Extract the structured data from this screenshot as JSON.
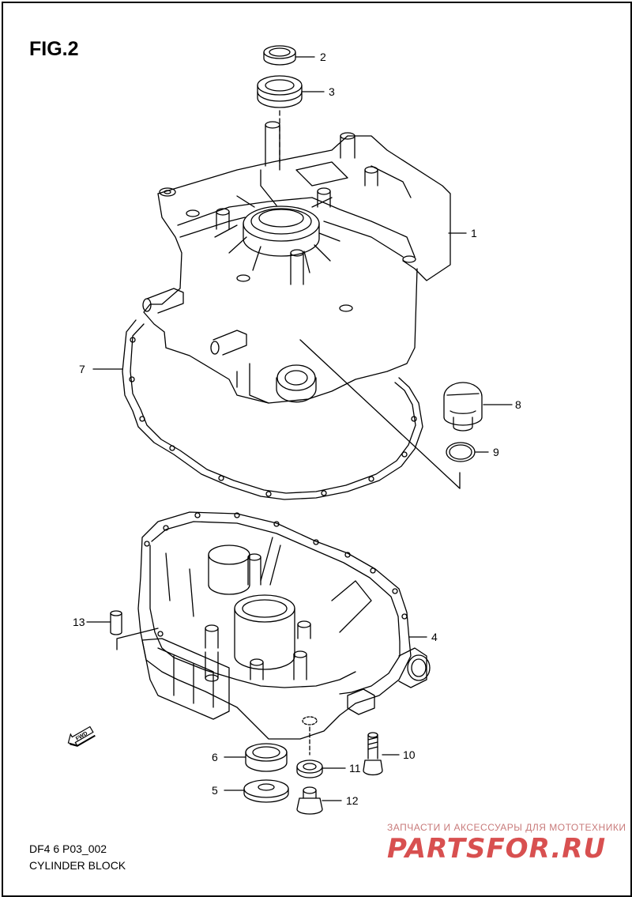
{
  "figure": {
    "title": "FIG.2",
    "code": "DF4 6 P03_002",
    "caption": "CYLINDER BLOCK"
  },
  "callouts": [
    {
      "id": "callout-1",
      "label": "1"
    },
    {
      "id": "callout-2",
      "label": "2"
    },
    {
      "id": "callout-3",
      "label": "3"
    },
    {
      "id": "callout-4",
      "label": "4"
    },
    {
      "id": "callout-5",
      "label": "5"
    },
    {
      "id": "callout-6",
      "label": "6"
    },
    {
      "id": "callout-7",
      "label": "7"
    },
    {
      "id": "callout-8",
      "label": "8"
    },
    {
      "id": "callout-9",
      "label": "9"
    },
    {
      "id": "callout-10",
      "label": "10"
    },
    {
      "id": "callout-11",
      "label": "11"
    },
    {
      "id": "callout-12",
      "label": "12"
    },
    {
      "id": "callout-13",
      "label": "13"
    }
  ],
  "fwd_label": "FWD",
  "watermark": {
    "subtitle": "ЗАПЧАСТИ И АКСЕССУАРЫ ДЛЯ МОТОТЕХНИКИ",
    "logo": "PARTSFOR.RU"
  },
  "colors": {
    "line": "#000000",
    "watermark": "#d85050"
  }
}
